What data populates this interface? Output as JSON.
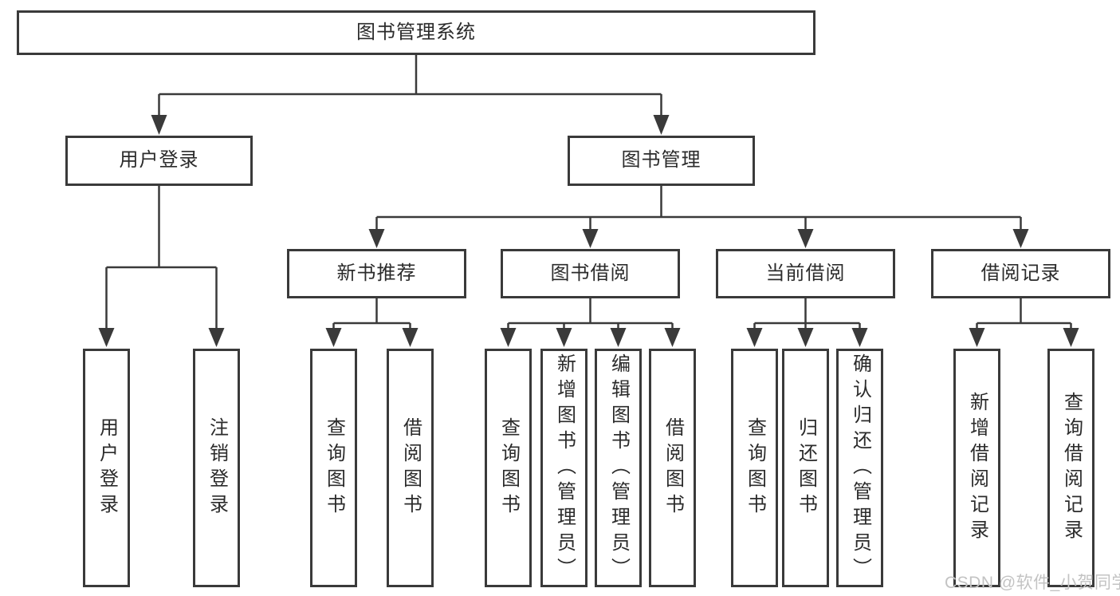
{
  "diagram": {
    "root": {
      "label": "图书管理系统"
    },
    "branches": [
      {
        "label": "用户登录",
        "children": [
          {
            "label": "用户登录"
          },
          {
            "label": "注销登录"
          }
        ]
      },
      {
        "label": "图书管理",
        "children": [
          {
            "label": "新书推荐",
            "children": [
              {
                "label": "查询图书"
              },
              {
                "label": "借阅图书"
              }
            ]
          },
          {
            "label": "图书借阅",
            "children": [
              {
                "label": "查询图书"
              },
              {
                "label": "新增图书（管理员）"
              },
              {
                "label": "编辑图书（管理员）"
              },
              {
                "label": "借阅图书"
              }
            ]
          },
          {
            "label": "当前借阅",
            "children": [
              {
                "label": "查询图书"
              },
              {
                "label": "归还图书"
              },
              {
                "label": "确认归还（管理员）"
              }
            ]
          },
          {
            "label": "借阅记录",
            "children": [
              {
                "label": "新增借阅记录"
              },
              {
                "label": "查询借阅记录"
              }
            ]
          }
        ]
      }
    ]
  },
  "watermark": {
    "text": "CSDN @软件_小贺同学"
  },
  "colors": {
    "line": "#3a3a3a",
    "box_border": "#3a3a3a",
    "text": "#2b2b2b",
    "watermark": "#c3c3c3",
    "background": "#ffffff"
  }
}
